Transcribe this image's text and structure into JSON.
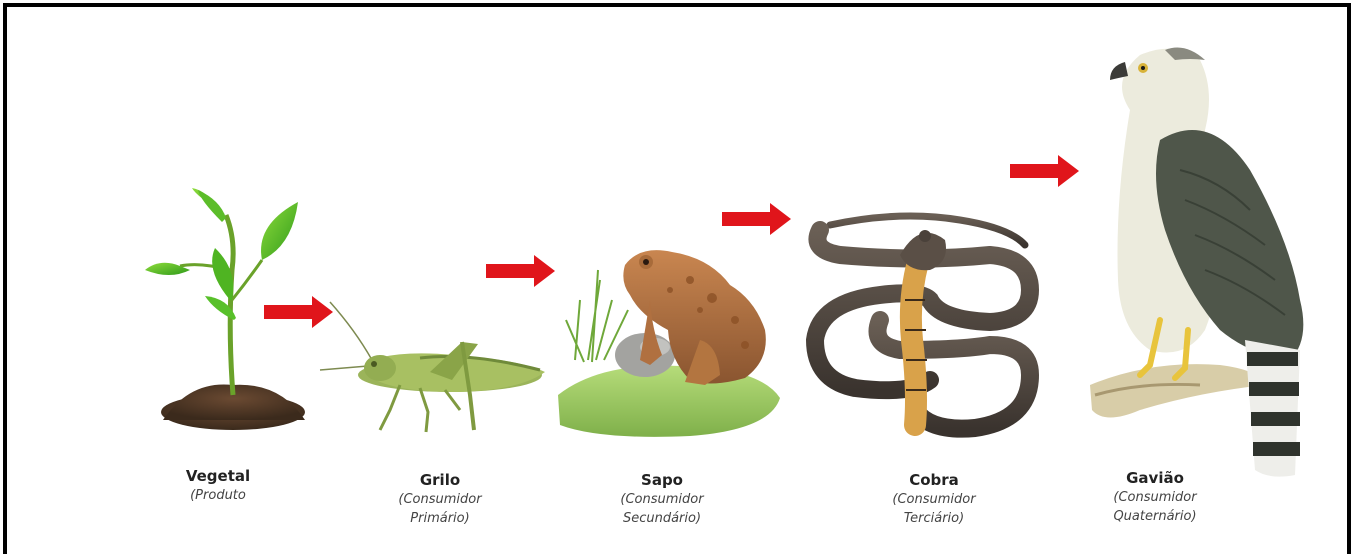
{
  "organisms": [
    {
      "name": "Vegetal",
      "role_line1": "(Produto",
      "role_line2": ""
    },
    {
      "name": "Grilo",
      "role_line1": "(Consumidor",
      "role_line2": "Primário)"
    },
    {
      "name": "Sapo",
      "role_line1": "(Consumidor",
      "role_line2": "Secundário)"
    },
    {
      "name": "Cobra",
      "role_line1": "(Consumidor",
      "role_line2": "Terciário)"
    },
    {
      "name": "Gavião",
      "role_line1": "(Consumidor",
      "role_line2": "Quaternário)"
    }
  ],
  "colors": {
    "arrow": "#e0151b",
    "frame": "#000000"
  },
  "icons": [
    "plant-icon",
    "grasshopper-icon",
    "toad-icon",
    "cobra-icon",
    "hawk-icon",
    "arrow-right-icon"
  ]
}
